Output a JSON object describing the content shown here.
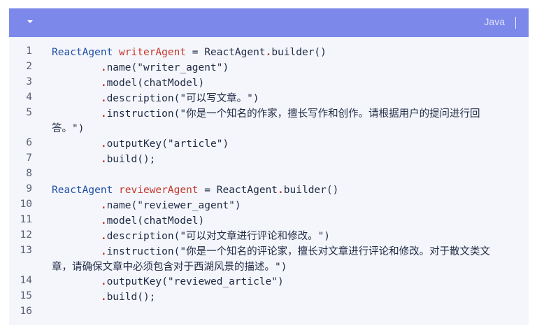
{
  "header": {
    "language": "Java",
    "collapse_icon": "caret-down-icon",
    "bg_color": "#7c88ea"
  },
  "lines": [
    {
      "n": "1",
      "tokens": [
        {
          "t": "ReactAgent",
          "c": "cls"
        },
        {
          "t": " ",
          "c": ""
        },
        {
          "t": "writerAgent",
          "c": "var"
        },
        {
          "t": " = ReactAgent",
          "c": ""
        },
        {
          "t": ".",
          "c": "dot"
        },
        {
          "t": "builder()",
          "c": ""
        }
      ]
    },
    {
      "n": "2",
      "tokens": [
        {
          "t": "        ",
          "c": ""
        },
        {
          "t": ".",
          "c": "dot"
        },
        {
          "t": "name(\"writer_agent\")",
          "c": ""
        }
      ]
    },
    {
      "n": "3",
      "tokens": [
        {
          "t": "        ",
          "c": ""
        },
        {
          "t": ".",
          "c": "dot"
        },
        {
          "t": "model(chatModel)",
          "c": ""
        }
      ]
    },
    {
      "n": "4",
      "tokens": [
        {
          "t": "        ",
          "c": ""
        },
        {
          "t": ".",
          "c": "dot"
        },
        {
          "t": "description(\"可以写文章。\")",
          "c": ""
        }
      ]
    },
    {
      "n": "5",
      "tall": true,
      "tokens": [
        {
          "t": "        ",
          "c": ""
        },
        {
          "t": ".",
          "c": "dot"
        },
        {
          "t": "instruction(\"你是一个知名的作家，擅长写作和创作。请根据用户的提问进行回\n答。\")",
          "c": ""
        }
      ]
    },
    {
      "n": "6",
      "tokens": [
        {
          "t": "        ",
          "c": ""
        },
        {
          "t": ".",
          "c": "dot"
        },
        {
          "t": "outputKey(\"article\")",
          "c": ""
        }
      ]
    },
    {
      "n": "7",
      "tokens": [
        {
          "t": "        ",
          "c": ""
        },
        {
          "t": ".",
          "c": "dot"
        },
        {
          "t": "build();",
          "c": ""
        }
      ]
    },
    {
      "n": "8",
      "tokens": []
    },
    {
      "n": "9",
      "tokens": [
        {
          "t": "ReactAgent",
          "c": "cls"
        },
        {
          "t": " ",
          "c": ""
        },
        {
          "t": "reviewerAgent",
          "c": "var"
        },
        {
          "t": " = ReactAgent",
          "c": ""
        },
        {
          "t": ".",
          "c": "dot"
        },
        {
          "t": "builder()",
          "c": ""
        }
      ]
    },
    {
      "n": "10",
      "tokens": [
        {
          "t": "        ",
          "c": ""
        },
        {
          "t": ".",
          "c": "dot"
        },
        {
          "t": "name(\"reviewer_agent\")",
          "c": ""
        }
      ]
    },
    {
      "n": "11",
      "tokens": [
        {
          "t": "        ",
          "c": ""
        },
        {
          "t": ".",
          "c": "dot"
        },
        {
          "t": "model(chatModel)",
          "c": ""
        }
      ]
    },
    {
      "n": "12",
      "tokens": [
        {
          "t": "        ",
          "c": ""
        },
        {
          "t": ".",
          "c": "dot"
        },
        {
          "t": "description(\"可以对文章进行评论和修改。\")",
          "c": ""
        }
      ]
    },
    {
      "n": "13",
      "tall": true,
      "tokens": [
        {
          "t": "        ",
          "c": ""
        },
        {
          "t": ".",
          "c": "dot"
        },
        {
          "t": "instruction(\"你是一个知名的评论家，擅长对文章进行评论和修改。对于散文类文\n章，请确保文章中必须包含对于西湖风景的描述。\")",
          "c": ""
        }
      ]
    },
    {
      "n": "14",
      "tokens": [
        {
          "t": "        ",
          "c": ""
        },
        {
          "t": ".",
          "c": "dot"
        },
        {
          "t": "outputKey(\"reviewed_article\")",
          "c": ""
        }
      ]
    },
    {
      "n": "15",
      "tokens": [
        {
          "t": "        ",
          "c": ""
        },
        {
          "t": ".",
          "c": "dot"
        },
        {
          "t": "build();",
          "c": ""
        }
      ]
    },
    {
      "n": "16",
      "tokens": []
    }
  ]
}
